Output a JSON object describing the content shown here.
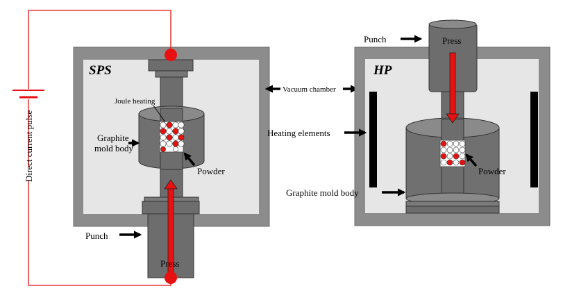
{
  "sps": {
    "title": "SPS",
    "circuit_label": "Direct current pulse",
    "joule_label": "Joule heating",
    "mold_label_line1": "Graphite",
    "mold_label_line2": "mold body",
    "powder_label": "Powder",
    "punch_label": "Punch",
    "press_label": "Press"
  },
  "shared": {
    "vacuum_label": "Vacuum chamber"
  },
  "hp": {
    "title": "HP",
    "punch_label": "Punch",
    "press_label": "Press",
    "heating_label": "Heating elements",
    "powder_label": "Powder",
    "mold_label": "Graphite mold body"
  },
  "colors": {
    "chamber_frame": "#8c8c8c",
    "chamber_inner": "#e6e6e6",
    "metal": "#6d6d6d",
    "metal_dark": "#555555",
    "circuit": "#e81010",
    "press_arrow": "#e81010",
    "heating_element": "#000000"
  }
}
